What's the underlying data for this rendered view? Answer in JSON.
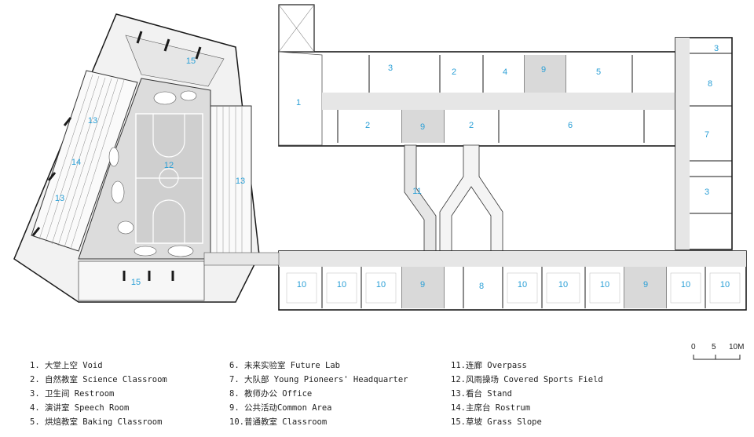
{
  "colors": {
    "label": "#2a9fd6",
    "wall": "#1a1a1a",
    "floor_gray": "#d9d9d9",
    "corridor": "#e6e6e6"
  },
  "room_labels": [
    "1",
    "2",
    "3",
    "4",
    "5",
    "6",
    "7",
    "8",
    "9",
    "10",
    "11",
    "12",
    "13",
    "14",
    "15"
  ],
  "legend": [
    [
      "1. 大堂上空 Void",
      "2. 自然教室 Science Classroom",
      "3. 卫生间 Restroom",
      "4. 演讲室 Speech Room",
      "5. 烘焙教室 Baking Classroom"
    ],
    [
      "6. 未来实验室 Future Lab",
      "7. 大队部 Young Pioneers'  Headquarter",
      "8. 教师办公 Office",
      "9. 公共活动Common Area",
      "10.普通教室 Classroom"
    ],
    [
      "11.连廊 Overpass",
      "12.风雨操场 Covered Sports Field",
      "13.看台 Stand",
      "14.主席台 Rostrum",
      "15.草坡 Grass Slope"
    ]
  ],
  "scale_bar": {
    "ticks": [
      "0",
      "5",
      "10M"
    ]
  }
}
